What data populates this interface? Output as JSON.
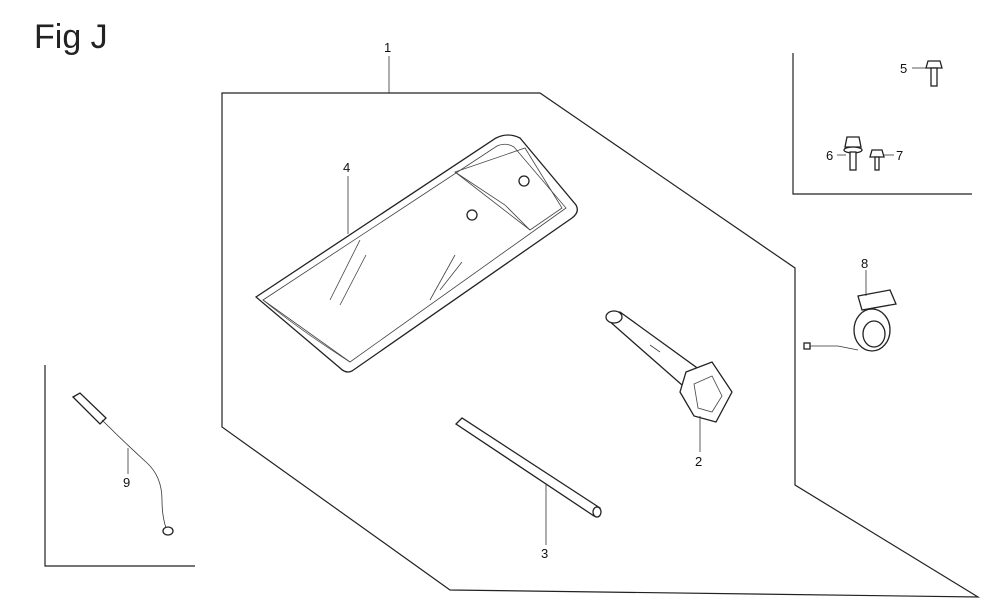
{
  "figure": {
    "title": "Fig J",
    "callouts": {
      "c1": "1",
      "c2": "2",
      "c3": "3",
      "c4": "4",
      "c5": "5",
      "c6": "6",
      "c7": "7",
      "c8": "8",
      "c9": "9"
    }
  }
}
